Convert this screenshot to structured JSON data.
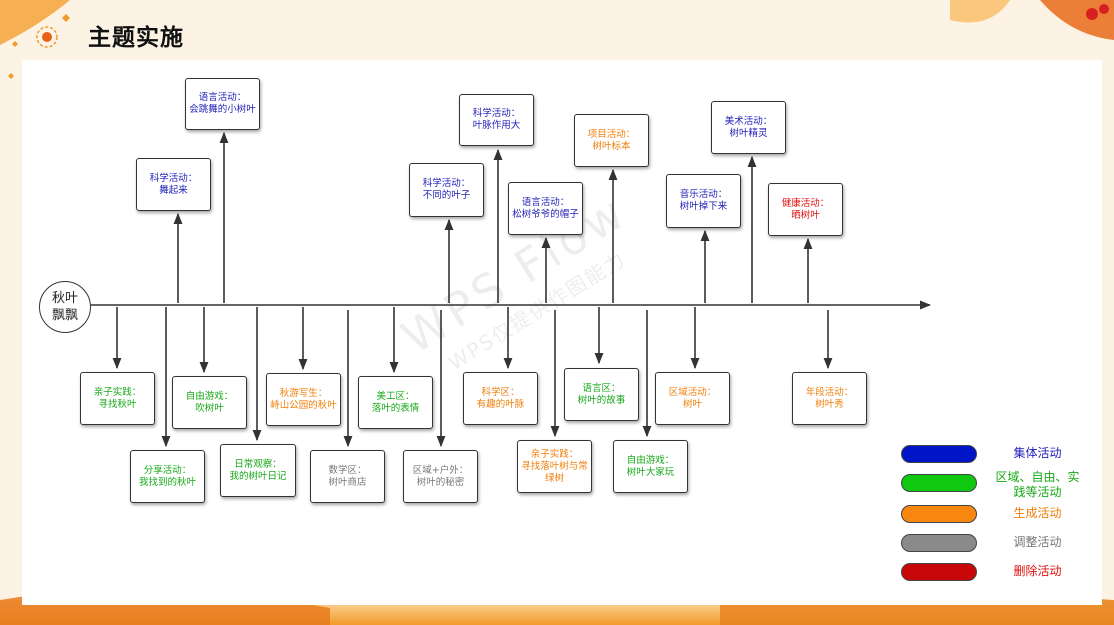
{
  "title": "主题实施",
  "root_label": "秋叶\n飘飘",
  "watermark": {
    "line1": "WPS Flow",
    "line2": "WPS仅提供作图能力"
  },
  "nodes": [
    {
      "id": "n-science-dance",
      "text": "科学活动：\n舞起来",
      "color": "#1f1fb8"
    },
    {
      "id": "n-lang-tree",
      "text": "语言活动：\n会跳舞的小树叶",
      "color": "#1f1fb8"
    },
    {
      "id": "n-science-leaves",
      "text": "科学活动：\n不同的叶子",
      "color": "#1f1fb8"
    },
    {
      "id": "n-science-veins",
      "text": "科学活动：\n叶脉作用大",
      "color": "#1f1fb8"
    },
    {
      "id": "n-lang-pine",
      "text": "语言活动：\n松树爷爷的帽子",
      "color": "#1f1fb8"
    },
    {
      "id": "n-project-specimen",
      "text": "项目活动：\n树叶标本",
      "color": "#f07f0a"
    },
    {
      "id": "n-music-fall",
      "text": "音乐活动：\n树叶掉下来",
      "color": "#1f1fb8"
    },
    {
      "id": "n-art-elf",
      "text": "美术活动：\n树叶精灵",
      "color": "#1f1fb8"
    },
    {
      "id": "n-health-dry",
      "text": "健康活动：\n晒树叶",
      "color": "#e01010"
    },
    {
      "id": "n-family-find",
      "text": "亲子实践：\n寻找秋叶",
      "color": "#18a818"
    },
    {
      "id": "n-share",
      "text": "分享活动：\n我找到的秋叶",
      "color": "#18a818"
    },
    {
      "id": "n-free-blow",
      "text": "自由游戏：\n吹树叶",
      "color": "#18a818"
    },
    {
      "id": "n-daily",
      "text": "日常观察：\n我的树叶日记",
      "color": "#18a818"
    },
    {
      "id": "n-autumn-sketch",
      "text": "秋游写生：\n峙山公园的秋叶",
      "color": "#f07f0a"
    },
    {
      "id": "n-math",
      "text": "数学区：\n树叶商店",
      "color": "#777777"
    },
    {
      "id": "n-art-area",
      "text": "美工区：\n落叶的表情",
      "color": "#18a818"
    },
    {
      "id": "n-outdoor",
      "text": "区域+户外：\n树叶的秘密",
      "color": "#777777"
    },
    {
      "id": "n-science-area",
      "text": "科学区：\n有趣的叶脉",
      "color": "#f07f0a"
    },
    {
      "id": "n-family-compare",
      "text": "亲子实践：\n寻找落叶树与常绿树",
      "color": "#f07f0a"
    },
    {
      "id": "n-lang-area",
      "text": "语言区：\n树叶的故事",
      "color": "#18a818"
    },
    {
      "id": "n-free-play",
      "text": "自由游戏：\n树叶大家玩",
      "color": "#18a818"
    },
    {
      "id": "n-area-leaf",
      "text": "区域活动：\n树叶",
      "color": "#f07f0a"
    },
    {
      "id": "n-grade-show",
      "text": "年段活动：\n树叶秀",
      "color": "#f07f0a"
    }
  ],
  "legend": [
    {
      "label": "集体活动",
      "color": "#0014c8",
      "text_color": "#1f1fb8"
    },
    {
      "label": "区域、自由、实践等活动",
      "color": "#10c810",
      "text_color": "#18a818"
    },
    {
      "label": "生成活动",
      "color": "#f7870f",
      "text_color": "#f07f0a"
    },
    {
      "label": "调整活动",
      "color": "#8a8a8a",
      "text_color": "#777777"
    },
    {
      "label": "删除活动",
      "color": "#c80808",
      "text_color": "#e01010"
    }
  ]
}
